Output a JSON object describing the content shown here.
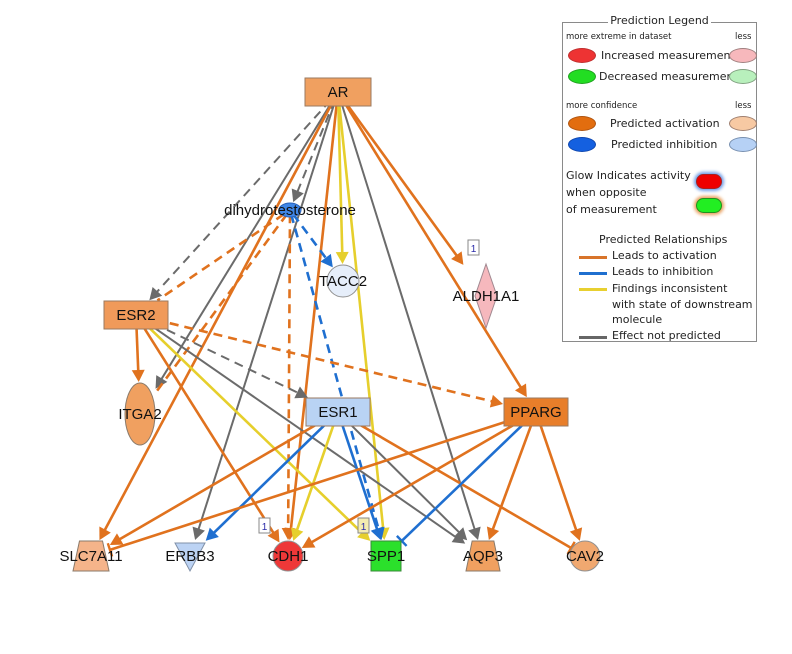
{
  "legend": {
    "title": "Prediction Legend",
    "measurement_header": {
      "more": "more extreme in dataset",
      "less": "less"
    },
    "measurement_items": [
      {
        "label": "Increased measurement",
        "color_more": "#ee3333",
        "color_less": "#f7b8bc"
      },
      {
        "label": "Decreased measurement",
        "color_more": "#22dd22",
        "color_less": "#b8f0bc"
      }
    ],
    "confidence_header": {
      "more": "more confidence",
      "less": "less"
    },
    "confidence_items": [
      {
        "label": "Predicted activation",
        "color_more": "#e26d0f",
        "color_less": "#f7c9a3"
      },
      {
        "label": "Predicted inhibition",
        "color_more": "#1460e0",
        "color_less": "#b6d1f5"
      }
    ],
    "glow": {
      "lines": [
        "Glow Indicates activity",
        "when opposite",
        "of measurement"
      ],
      "swatches": [
        {
          "fill": "#ee0000",
          "glow": "#6f9de6"
        },
        {
          "fill": "#22ee22",
          "glow": "#e8a060"
        }
      ]
    },
    "relationships_title": "Predicted Relationships",
    "relationships": [
      {
        "label": "Leads to activation",
        "color": "#d8742a"
      },
      {
        "label": "Leads to inhibition",
        "color": "#1f6fcf"
      },
      {
        "label": "Findings inconsistent\nwith state of downstream\nmolecule",
        "color": "#e8d030"
      },
      {
        "label": "Effect not predicted",
        "color": "#666666"
      }
    ]
  },
  "colors": {
    "activation": "#e0721e",
    "inhibition": "#1f6fd0",
    "inconsistent": "#e6cf2c",
    "not_predicted": "#6b6b6b"
  },
  "nodes": [
    {
      "id": "AR",
      "label": "AR",
      "shape": "rect",
      "fill": "#f0a060"
    },
    {
      "id": "DHT",
      "label": "dihydrotestosterone",
      "shape": "small-oval",
      "fill": "#3f86e6"
    },
    {
      "id": "TACC2",
      "label": "TACC2",
      "shape": "circle",
      "fill": "#e6eefa"
    },
    {
      "id": "ALDH1A1",
      "label": "ALDH1A1",
      "shape": "diamond",
      "fill": "#f6b8bd"
    },
    {
      "id": "ESR2",
      "label": "ESR2",
      "shape": "rect",
      "fill": "#f09a5a"
    },
    {
      "id": "ITGA2",
      "label": "ITGA2",
      "shape": "tall-ellipse",
      "fill": "#f0a060"
    },
    {
      "id": "ESR1",
      "label": "ESR1",
      "shape": "rect",
      "fill": "#b9d3f4"
    },
    {
      "id": "PPARG",
      "label": "PPARG",
      "shape": "rect",
      "fill": "#e87e2a"
    },
    {
      "id": "SLC7A11",
      "label": "SLC7A11",
      "shape": "trapezoid",
      "fill": "#f5b48a"
    },
    {
      "id": "ERBB3",
      "label": "ERBB3",
      "shape": "down-triangle",
      "fill": "#bcd3f4"
    },
    {
      "id": "CDH1",
      "label": "CDH1",
      "shape": "circle",
      "fill": "#ee3838"
    },
    {
      "id": "SPP1",
      "label": "SPP1",
      "shape": "square",
      "fill": "#2be02b"
    },
    {
      "id": "AQP3",
      "label": "AQP3",
      "shape": "trapezoid",
      "fill": "#f0a060"
    },
    {
      "id": "CAV2",
      "label": "CAV2",
      "shape": "circle",
      "fill": "#f0a870"
    }
  ],
  "edges": [
    {
      "from": "AR",
      "to": "DHT",
      "type": "not_predicted",
      "dashed": true,
      "end": "arrow"
    },
    {
      "from": "AR",
      "to": "ESR2",
      "type": "not_predicted",
      "dashed": true,
      "end": "arrow"
    },
    {
      "from": "AR",
      "to": "ITGA2",
      "type": "not_predicted",
      "dashed": false,
      "end": "arrow"
    },
    {
      "from": "AR",
      "to": "SLC7A11",
      "type": "activation",
      "dashed": false,
      "end": "arrow"
    },
    {
      "from": "AR",
      "to": "ERBB3",
      "type": "not_predicted",
      "dashed": false,
      "end": "arrow"
    },
    {
      "from": "AR",
      "to": "CDH1",
      "type": "activation",
      "dashed": false,
      "end": "arrow"
    },
    {
      "from": "AR",
      "to": "TACC2",
      "type": "inconsistent",
      "dashed": false,
      "end": "arrow"
    },
    {
      "from": "AR",
      "to": "SPP1",
      "type": "inconsistent",
      "dashed": false,
      "end": "arrow"
    },
    {
      "from": "AR",
      "to": "AQP3",
      "type": "not_predicted",
      "dashed": false,
      "end": "arrow"
    },
    {
      "from": "AR",
      "to": "ALDH1A1",
      "type": "activation",
      "dashed": false,
      "end": "arrow"
    },
    {
      "from": "AR",
      "to": "PPARG",
      "type": "activation",
      "dashed": false,
      "end": "arrow"
    },
    {
      "from": "DHT",
      "to": "ESR2",
      "type": "activation",
      "dashed": true,
      "end": "none"
    },
    {
      "from": "DHT",
      "to": "ITGA2",
      "type": "activation",
      "dashed": true,
      "end": "none"
    },
    {
      "from": "DHT",
      "to": "TACC2",
      "type": "inhibition",
      "dashed": true,
      "end": "arrow"
    },
    {
      "from": "DHT",
      "to": "CDH1",
      "type": "activation",
      "dashed": true,
      "end": "arrow"
    },
    {
      "from": "DHT",
      "to": "SPP1",
      "type": "inhibition",
      "dashed": true,
      "end": "arrow"
    },
    {
      "from": "ESR2",
      "to": "ITGA2",
      "type": "activation",
      "dashed": false,
      "end": "arrow"
    },
    {
      "from": "ESR2",
      "to": "ESR1",
      "type": "not_predicted",
      "dashed": true,
      "end": "arrow"
    },
    {
      "from": "ESR2",
      "to": "PPARG",
      "type": "activation",
      "dashed": true,
      "end": "arrow"
    },
    {
      "from": "ESR2",
      "to": "CDH1",
      "type": "activation",
      "dashed": false,
      "end": "arrow"
    },
    {
      "from": "ESR2",
      "to": "SPP1",
      "type": "inconsistent",
      "dashed": false,
      "end": "arrow"
    },
    {
      "from": "ESR2",
      "to": "AQP3",
      "type": "not_predicted",
      "dashed": false,
      "end": "arrow"
    },
    {
      "from": "ESR1",
      "to": "SLC7A11",
      "type": "activation",
      "dashed": false,
      "end": "arrow"
    },
    {
      "from": "ESR1",
      "to": "ERBB3",
      "type": "inhibition",
      "dashed": false,
      "end": "arrow"
    },
    {
      "from": "ESR1",
      "to": "CDH1",
      "type": "inconsistent",
      "dashed": false,
      "end": "arrow"
    },
    {
      "from": "ESR1",
      "to": "SPP1",
      "type": "inhibition",
      "dashed": false,
      "end": "arrow"
    },
    {
      "from": "ESR1",
      "to": "AQP3",
      "type": "not_predicted",
      "dashed": false,
      "end": "arrow"
    },
    {
      "from": "ESR1",
      "to": "CAV2",
      "type": "activation",
      "dashed": false,
      "end": "bar"
    },
    {
      "from": "PPARG",
      "to": "SLC7A11",
      "type": "activation",
      "dashed": false,
      "end": "bar"
    },
    {
      "from": "PPARG",
      "to": "CDH1",
      "type": "activation",
      "dashed": false,
      "end": "arrow"
    },
    {
      "from": "PPARG",
      "to": "SPP1",
      "type": "inhibition",
      "dashed": false,
      "end": "bar"
    },
    {
      "from": "PPARG",
      "to": "AQP3",
      "type": "activation",
      "dashed": false,
      "end": "arrow"
    },
    {
      "from": "PPARG",
      "to": "CAV2",
      "type": "activation",
      "dashed": false,
      "end": "arrow"
    }
  ],
  "badges": [
    {
      "near": "ALDH1A1",
      "text": "1"
    },
    {
      "near": "CDH1",
      "text": "1"
    },
    {
      "near": "SPP1",
      "text": "1"
    }
  ]
}
